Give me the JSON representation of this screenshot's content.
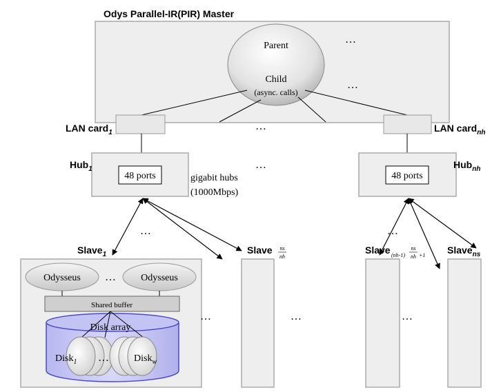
{
  "master": {
    "title": "Odys Parallel-IR(PIR) Master",
    "parent_label": "Parent",
    "child_label": "Child",
    "child_note": "(async. calls)",
    "ellipsis": "…"
  },
  "lan_card": {
    "label": "LAN card",
    "first_sub": "1",
    "last_sub": "nh"
  },
  "hub": {
    "label": "Hub",
    "first_sub": "1",
    "last_sub": "nh",
    "ports_label": "48 ports",
    "note_line1": "gigabit hubs",
    "note_line2": "(1000Mbps)"
  },
  "slave": {
    "label": "Slave",
    "first_sub": "1",
    "mid_sub_num": "ns",
    "mid_sub_den": "nh",
    "last_group_prefix": "(nh-1)",
    "last_group_suffix": "+1",
    "last_sub": "ns"
  },
  "slave_detail": {
    "odysseus_label": "Odysseus",
    "shared_buffer_label": "Shared buffer",
    "disk_array_label": "Disk array",
    "disk_label": "Disk",
    "disk_first_sub": "1",
    "disk_last_sub": "w"
  },
  "ellipsis": "…",
  "colors": {
    "box_fill": "#eeeeee",
    "box_stroke": "#a9a9a9",
    "disk_fill": "#c9c9f5",
    "disk_stroke": "#4040c0"
  }
}
